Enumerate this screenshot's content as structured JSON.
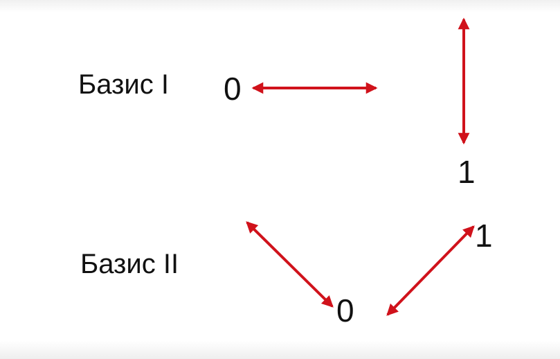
{
  "diagram": {
    "basis_1": {
      "label": "Базис I",
      "state_0": "0",
      "state_1": "1"
    },
    "basis_2": {
      "label": "Базис II",
      "state_0": "0",
      "state_1": "1"
    },
    "arrow_color": "#d0121b"
  }
}
